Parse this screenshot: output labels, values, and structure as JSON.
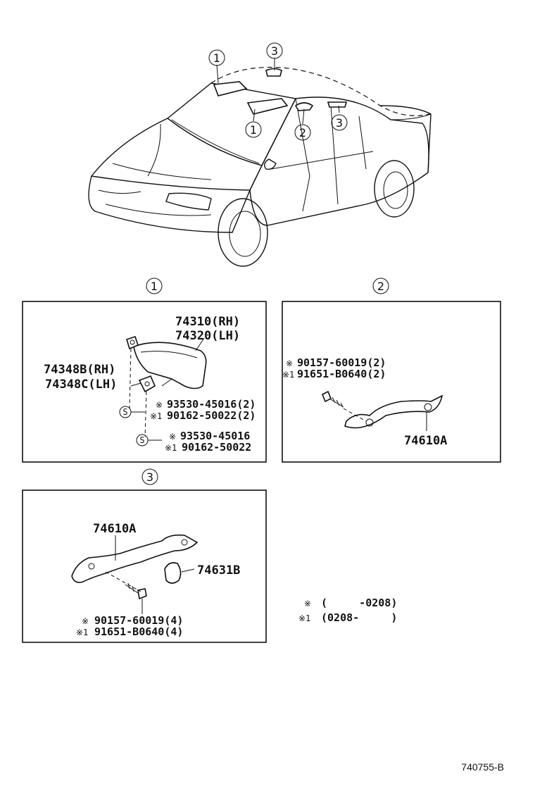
{
  "callouts": {
    "c1": "1",
    "c2": "2",
    "c3": "3"
  },
  "section1": {
    "label": "1",
    "visor_rh": "74310(RH)",
    "visor_lh": "74320(LH)",
    "holder_rh": "74348B(RH)",
    "holder_lh": "74348C(LH)",
    "screw1_mark": "※",
    "screw1_pn": "93530-45016(2)",
    "screw1b_mark": "※1",
    "screw1b_pn": "90162-50022(2)",
    "screw2_mark": "※",
    "screw2_pn": "93530-45016",
    "screw2b_mark": "※1",
    "screw2b_pn": "90162-50022",
    "s_symbol": "S"
  },
  "section2": {
    "label": "2",
    "bolt_mark": "※",
    "bolt_pn": "90157-60019(2)",
    "bolt1_mark": "※1",
    "bolt1_pn": "91651-B0640(2)",
    "grip_pn": "74610A"
  },
  "section3": {
    "label": "3",
    "grip_pn": "74610A",
    "hook_pn": "74631B",
    "bolt_mark": "※",
    "bolt_pn": "90157-60019(4)",
    "bolt1_mark": "※1",
    "bolt1_pn": "91651-B0640(4)"
  },
  "legend": {
    "row1_mark": "※",
    "row1_text": "(     -0208)",
    "row2_mark": "※1",
    "row2_text": "(0208-     )"
  },
  "figure_code": "740755-B"
}
